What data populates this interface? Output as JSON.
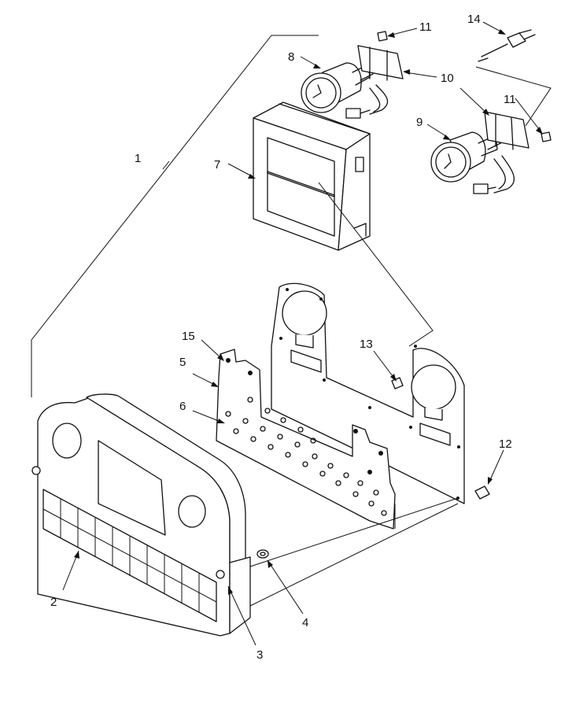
{
  "callouts": {
    "c1": "1",
    "c2": "2",
    "c3": "3",
    "c4": "4",
    "c5": "5",
    "c6": "6",
    "c7": "7",
    "c8": "8",
    "c9": "9",
    "c10": "10",
    "c11a": "11",
    "c11b": "11",
    "c12": "12",
    "c13": "13",
    "c14": "14",
    "c15": "15"
  }
}
